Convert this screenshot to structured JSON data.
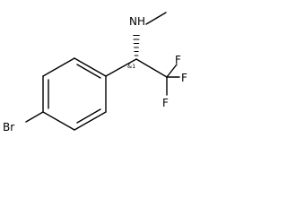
{
  "molecule": {
    "atoms": {
      "nh": "NH",
      "br": "Br",
      "f_top": "F",
      "f_right": "F",
      "f_bottom": "F"
    },
    "stereo_label": "&1"
  }
}
